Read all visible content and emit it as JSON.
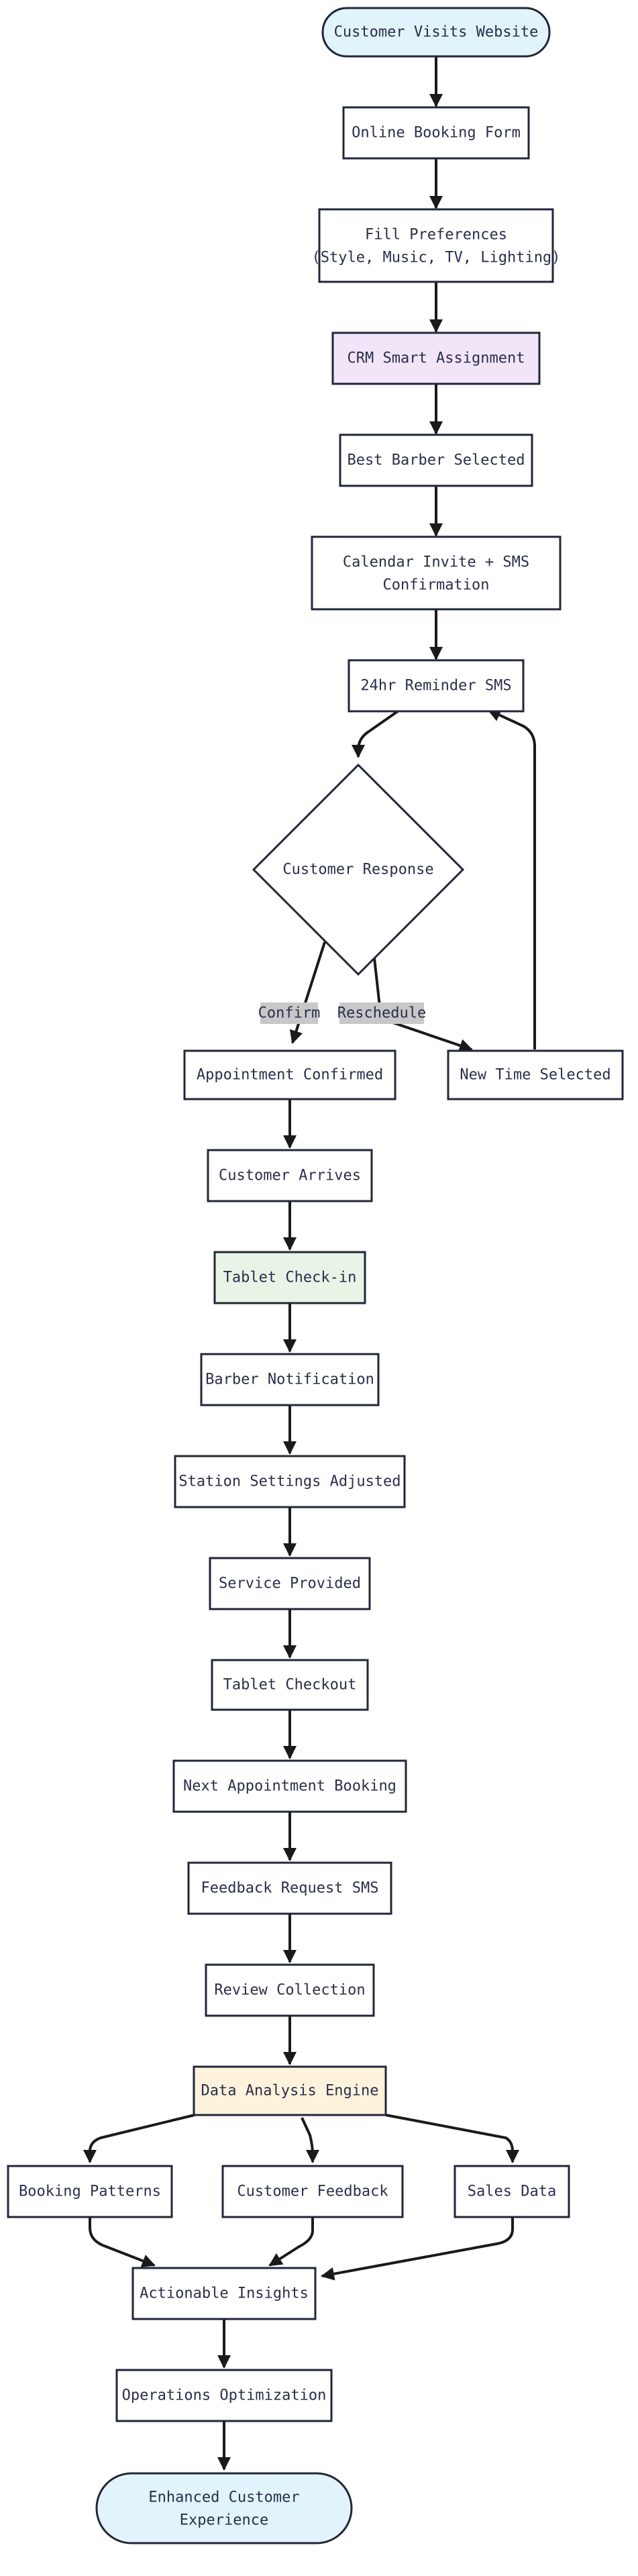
{
  "colors": {
    "default_fill": "#ffffff",
    "terminal_fill": "#e1f3fb",
    "crm_fill": "#f2e5f8",
    "checkin_fill": "#e8f4e6",
    "engine_fill": "#fdf3dc",
    "edge_label_bg": "#c8c8c8",
    "stroke": "#22263a"
  },
  "nodes": {
    "customer_visits": "Customer Visits Website",
    "online_booking": "Online Booking Form",
    "fill_prefs_1": "Fill Preferences",
    "fill_prefs_2": "(Style, Music, TV, Lighting)",
    "crm": "CRM Smart Assignment",
    "best_barber": "Best Barber Selected",
    "calendar_1": "Calendar Invite + SMS",
    "calendar_2": "Confirmation",
    "reminder": "24hr Reminder SMS",
    "customer_response": "Customer Response",
    "appointment_confirmed": "Appointment Confirmed",
    "new_time": "New Time Selected",
    "customer_arrives": "Customer Arrives",
    "tablet_checkin": "Tablet Check-in",
    "barber_notification": "Barber Notification",
    "station_settings": "Station Settings Adjusted",
    "service_provided": "Service Provided",
    "tablet_checkout": "Tablet Checkout",
    "next_appointment": "Next Appointment Booking",
    "feedback_request": "Feedback Request SMS",
    "review_collection": "Review Collection",
    "data_engine": "Data Analysis Engine",
    "booking_patterns": "Booking Patterns",
    "customer_feedback": "Customer Feedback",
    "sales_data": "Sales Data",
    "actionable_insights": "Actionable Insights",
    "operations_optimization": "Operations Optimization",
    "enhanced_1": "Enhanced Customer",
    "enhanced_2": "Experience"
  },
  "edge_labels": {
    "confirm": "Confirm",
    "reschedule": "Reschedule"
  }
}
